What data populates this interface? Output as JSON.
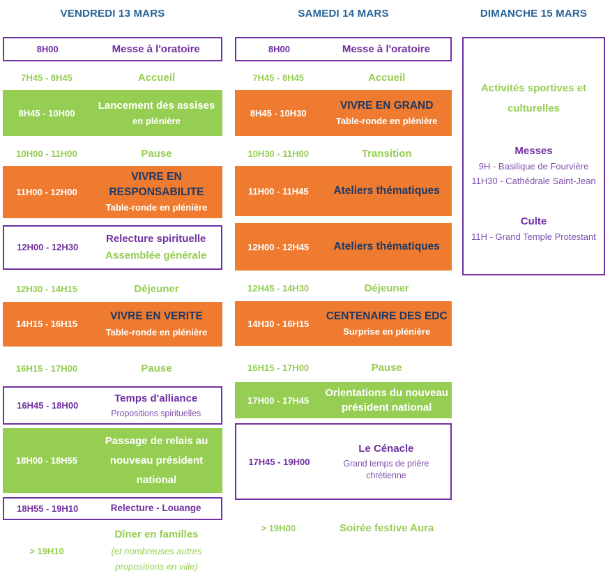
{
  "colors": {
    "header_blue": "#266294",
    "title_navy": "#1f3864",
    "purple": "#7030a0",
    "green": "#95ce52",
    "orange": "#ee7b30"
  },
  "days": [
    {
      "id": "friday",
      "header": "VENDREDI 13 MARS",
      "rows": [
        {
          "style": "outlined",
          "h": 26,
          "mb": 8,
          "time": "8H00",
          "lines": [
            {
              "t": "Messe à l'oratoire",
              "c": "purple-bold"
            }
          ]
        },
        {
          "style": "plain",
          "h": 30,
          "mb": 2,
          "time": "7H45 - 8H45",
          "lines": [
            {
              "t": "Accueil",
              "c": "green-bold"
            }
          ]
        },
        {
          "style": "green",
          "h": 66,
          "mb": 10,
          "time": "8H45 - 10H00",
          "lines": [
            {
              "t": "Lancement des assises",
              "c": "white-bold"
            },
            {
              "t": "en plénière",
              "c": "white-sub"
            }
          ]
        },
        {
          "style": "plain",
          "h": 24,
          "mb": 2,
          "time": "10H00 - 11H00",
          "lines": [
            {
              "t": "Pause",
              "c": "green-bold"
            }
          ]
        },
        {
          "style": "orange",
          "h": 74,
          "mb": 10,
          "time": "11H00 - 12H00",
          "lines": [
            {
              "t": "VIVRE EN RESPONSABILITE",
              "c": "navy-bold"
            },
            {
              "t": "Table-ronde en plénière",
              "c": "white-sub"
            }
          ]
        },
        {
          "style": "outlined",
          "h": 64,
          "mb": 12,
          "time": "12H00 - 12H30",
          "lines": [
            {
              "t": "Relecture spirituelle",
              "c": "purple-bold"
            },
            {
              "t": "Assemblée générale",
              "c": "green-bold"
            }
          ]
        },
        {
          "style": "plain",
          "h": 24,
          "mb": 3,
          "time": "12H30 - 14H15",
          "lines": [
            {
              "t": "Déjeuner",
              "c": "green-bold"
            }
          ]
        },
        {
          "style": "orange",
          "h": 64,
          "mb": 16,
          "time": "14H15 - 16H15",
          "lines": [
            {
              "t": "VIVRE EN VERITE",
              "c": "navy-bold"
            },
            {
              "t": "Table-ronde en plénière",
              "c": "white-sub"
            }
          ]
        },
        {
          "style": "plain",
          "h": 24,
          "mb": 10,
          "time": "16H15 - 17H00",
          "lines": [
            {
              "t": "Pause",
              "c": "green-bold"
            }
          ]
        },
        {
          "style": "outlined",
          "h": 46,
          "mb": 5,
          "time": "16H45 - 18H00",
          "lines": [
            {
              "t": "Temps d'alliance",
              "c": "purple-bold"
            },
            {
              "t": "Propositions spirituelles",
              "c": "purple-sub"
            }
          ]
        },
        {
          "style": "green",
          "h": 82,
          "mb": 6,
          "time": "18H00 - 18H55",
          "lines": [
            {
              "t": "Passage de relais au nouveau président national",
              "c": "white-bold loose"
            }
          ]
        },
        {
          "style": "outlined",
          "h": 25,
          "mb": 5,
          "time": "18H55 - 19H10",
          "lines": [
            {
              "t": "Relecture - Louange",
              "c": "purple-bold sm"
            }
          ]
        },
        {
          "style": "plain",
          "h": 70,
          "mb": 0,
          "time": "> 19H10",
          "lines": [
            {
              "t": "Dîner en familles",
              "c": "green-bold"
            },
            {
              "t": "(et nombreuses autres propositions en ville)",
              "c": "green-italic"
            }
          ]
        }
      ]
    },
    {
      "id": "saturday",
      "header": "SAMEDI 14 MARS",
      "rows": [
        {
          "style": "outlined",
          "h": 26,
          "mb": 8,
          "time": "8H00",
          "lines": [
            {
              "t": "Messe à l'oratoire",
              "c": "purple-bold"
            }
          ]
        },
        {
          "style": "plain",
          "h": 30,
          "mb": 2,
          "time": "7H45 - 8H45",
          "lines": [
            {
              "t": "Accueil",
              "c": "green-bold"
            }
          ]
        },
        {
          "style": "orange",
          "h": 66,
          "mb": 10,
          "time": "8H45 - 10H30",
          "lines": [
            {
              "t": "VIVRE EN GRAND",
              "c": "navy-bold"
            },
            {
              "t": "Table-ronde en plénière",
              "c": "white-sub"
            }
          ]
        },
        {
          "style": "plain",
          "h": 24,
          "mb": 2,
          "time": "10H30 - 11H00",
          "lines": [
            {
              "t": "Transition",
              "c": "green-bold"
            }
          ]
        },
        {
          "style": "orange",
          "h": 72,
          "mb": 10,
          "time": "11H00 - 11H45",
          "lines": [
            {
              "t": "Ateliers thématiques",
              "c": "navy-bold"
            }
          ]
        },
        {
          "style": "orange",
          "h": 68,
          "mb": 10,
          "time": "12H00 - 12H45",
          "lines": [
            {
              "t": "Ateliers thématiques",
              "c": "navy-bold"
            }
          ]
        },
        {
          "style": "plain",
          "h": 24,
          "mb": 3,
          "time": "12H45 - 14H30",
          "lines": [
            {
              "t": "Déjeuner",
              "c": "green-bold"
            }
          ]
        },
        {
          "style": "orange",
          "h": 64,
          "mb": 16,
          "time": "14H30 - 16H15",
          "lines": [
            {
              "t": "CENTENAIRE DES EDC",
              "c": "navy-bold"
            },
            {
              "t": "Surprise en plénière",
              "c": "white-sub"
            }
          ]
        },
        {
          "style": "plain",
          "h": 24,
          "mb": 5,
          "time": "16H15 - 17H00",
          "lines": [
            {
              "t": "Pause",
              "c": "green-bold"
            }
          ]
        },
        {
          "style": "green",
          "h": 52,
          "mb": 7,
          "time": "17H00 - 17H45",
          "lines": [
            {
              "t": "Orientations du nouveau président national",
              "c": "white-bold"
            }
          ]
        },
        {
          "style": "outlined",
          "h": 110,
          "mb": 20,
          "time": "17H45 - 19H00",
          "lines": [
            {
              "t": "Le Cénacle",
              "c": "purple-bold"
            },
            {
              "t": "Grand temps de prière chrétienne",
              "c": "purple-sub"
            }
          ]
        },
        {
          "style": "plain",
          "h": 40,
          "mb": 0,
          "time": "> 19H00",
          "lines": [
            {
              "t": "Soirée festive Aura",
              "c": "green-bold"
            }
          ]
        }
      ]
    }
  ],
  "sunday": {
    "header": "DIMANCHE 15 MARS",
    "sections": [
      {
        "title": "Activités sportives et culturelles",
        "style": "green",
        "items": []
      },
      {
        "title": "Messes",
        "style": "purple",
        "items": [
          "9H - Basilique de Fourvière",
          "11H30 - Cathédrale Saint-Jean"
        ]
      },
      {
        "title": "Culte",
        "style": "purple",
        "items": [
          "11H - Grand Temple Protestant"
        ]
      }
    ]
  }
}
